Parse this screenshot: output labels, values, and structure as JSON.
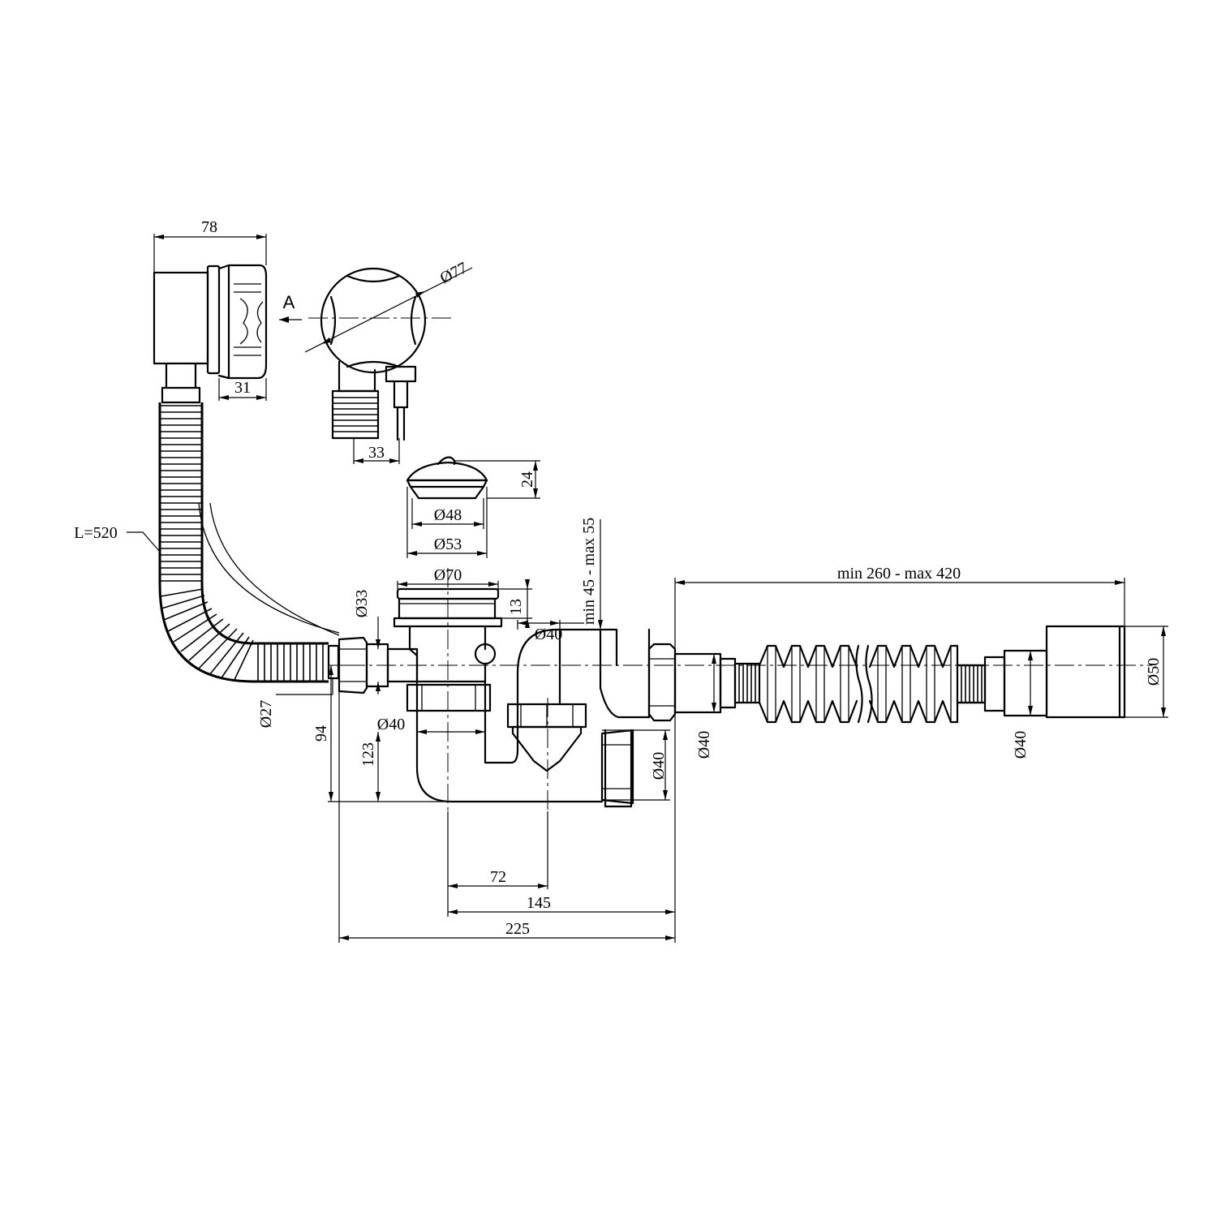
{
  "labels": {
    "dim_78": "78",
    "dim_31": "31",
    "view_a": "A",
    "dia_77": "Ø77",
    "dim_33": "33",
    "dim_24": "24",
    "dia_48": "Ø48",
    "dia_53": "Ø53",
    "hose_len": "L=520",
    "dia_70": "Ø70",
    "dia_33": "Ø33",
    "dim_13": "13",
    "height_range": "min 45 - max 55",
    "dia_40_top": "Ø40",
    "dia_27": "Ø27",
    "dim_94": "94",
    "dim_123": "123",
    "dia_40_trap": "Ø40",
    "dia_40_outlet": "Ø40",
    "dia_40_flex_left": "Ø40",
    "dia_40_flex_right": "Ø40",
    "dia_50": "Ø50",
    "length_range": "min 260 - max 420",
    "dim_72": "72",
    "dim_145": "145",
    "dim_225": "225"
  }
}
